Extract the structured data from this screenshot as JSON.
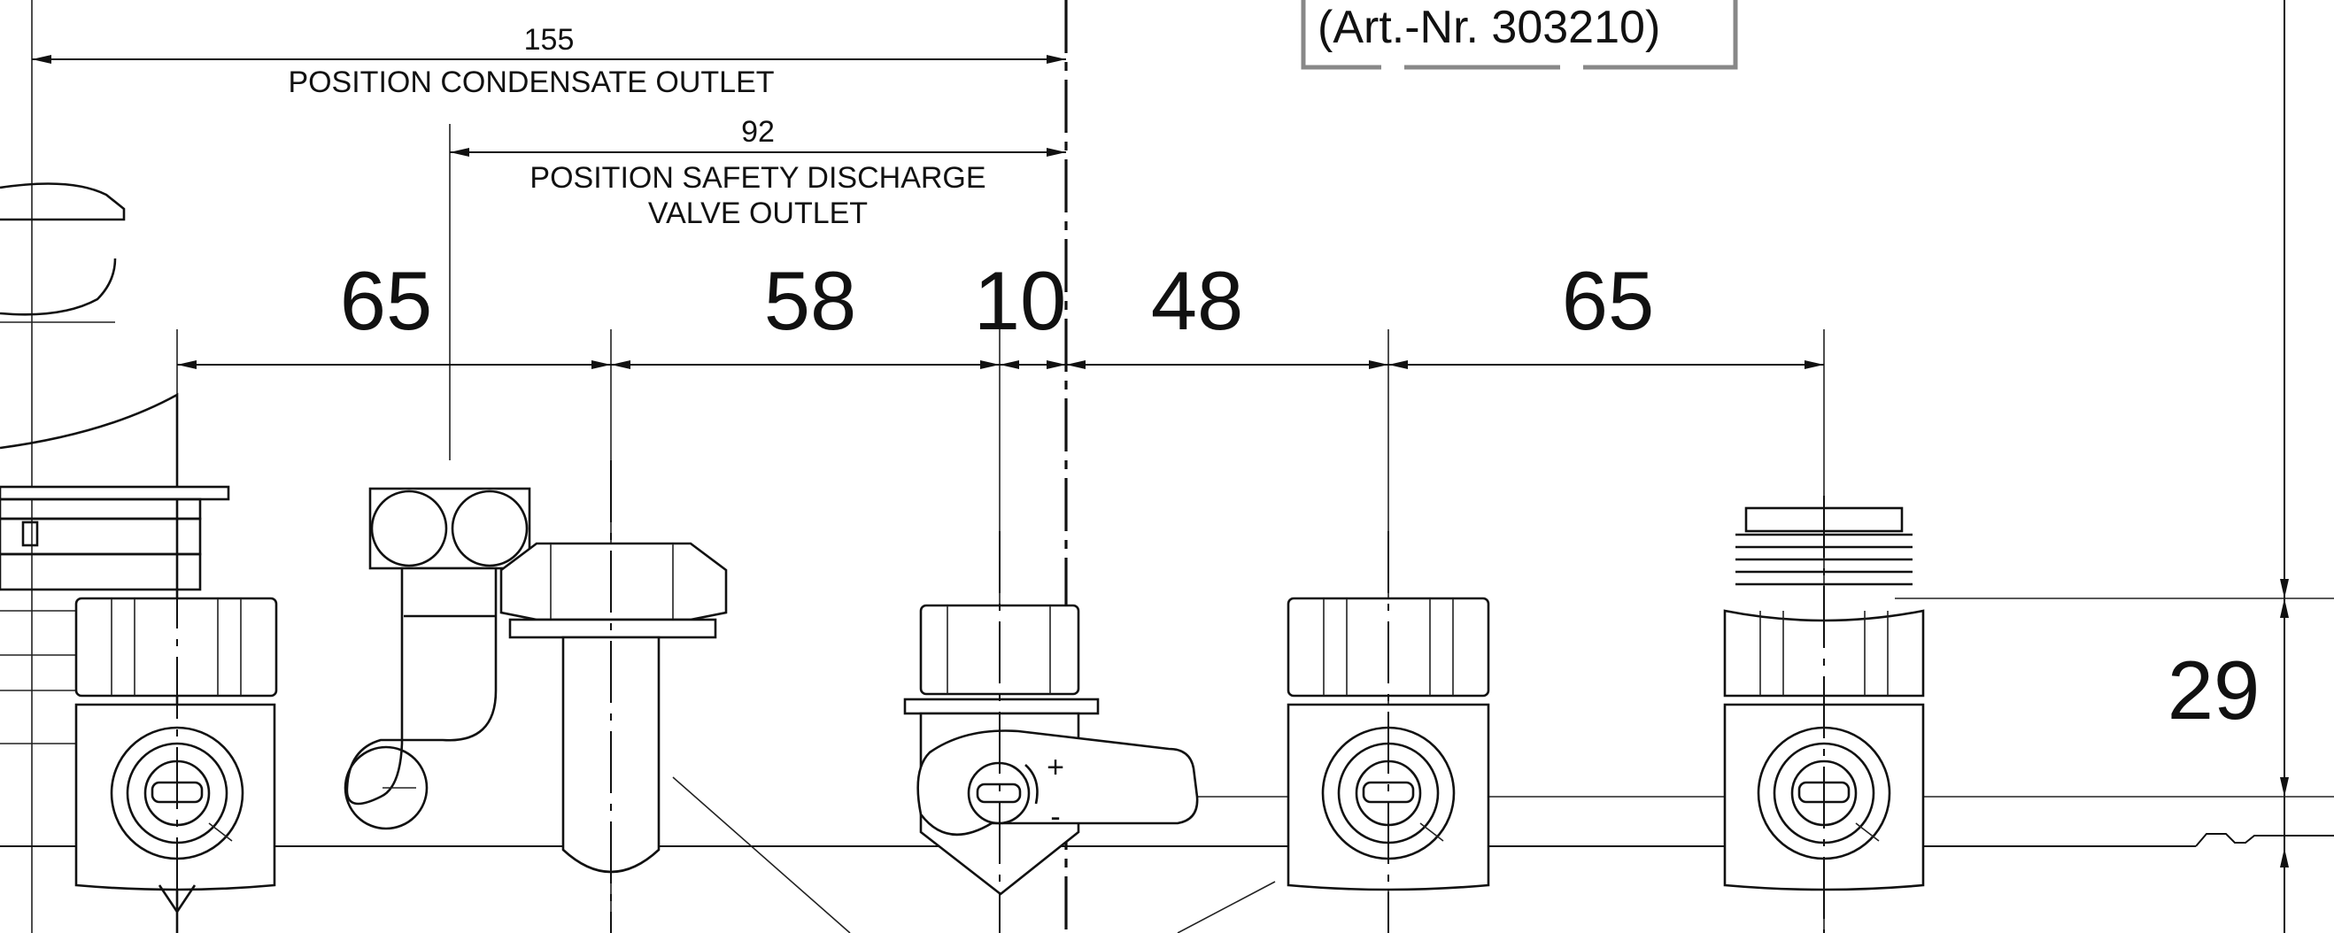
{
  "note_box": {
    "text": "(Art.-Nr. 303210)"
  },
  "dimensions": {
    "condensate": {
      "value": "155",
      "label": "POSITION CONDENSATE OUTLET"
    },
    "safety": {
      "value": "92",
      "label_line1": "POSITION SAFETY DISCHARGE",
      "label_line2": "VALVE OUTLET"
    },
    "spacing": [
      "65",
      "58",
      "10",
      "48",
      "65"
    ],
    "height": "29"
  },
  "valve_marks": {
    "plus": "+",
    "minus": "-"
  }
}
